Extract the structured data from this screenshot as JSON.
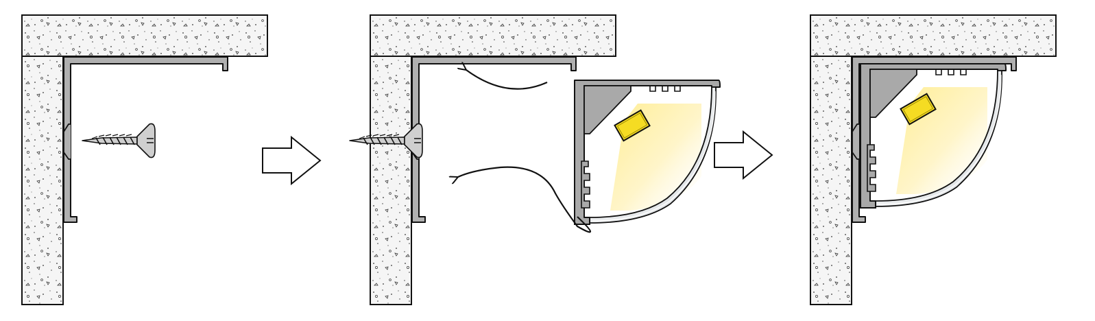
{
  "diagram": {
    "steps": [
      {
        "id": "step-1",
        "shows": [
          "wall-corner",
          "mounting-bracket",
          "screw-loose"
        ]
      },
      {
        "id": "step-2",
        "shows": [
          "wall-corner",
          "mounting-bracket",
          "screw-installed",
          "corner-led-profile",
          "insertion-arrows"
        ]
      },
      {
        "id": "step-3",
        "shows": [
          "wall-corner",
          "mounted-corner-led-profile"
        ]
      }
    ],
    "transitions": [
      {
        "from": "step-1",
        "to": "step-2"
      },
      {
        "from": "step-2",
        "to": "step-3"
      }
    ]
  },
  "colors": {
    "wall_fill": "#f5f5f5",
    "outline": "#111111",
    "profile": "#a9a9a9",
    "diffuser": "#f1f3f4",
    "led_chip": "#f5dc23",
    "light_glow": "#fff2b8",
    "arrow_fill": "#ffffff"
  }
}
